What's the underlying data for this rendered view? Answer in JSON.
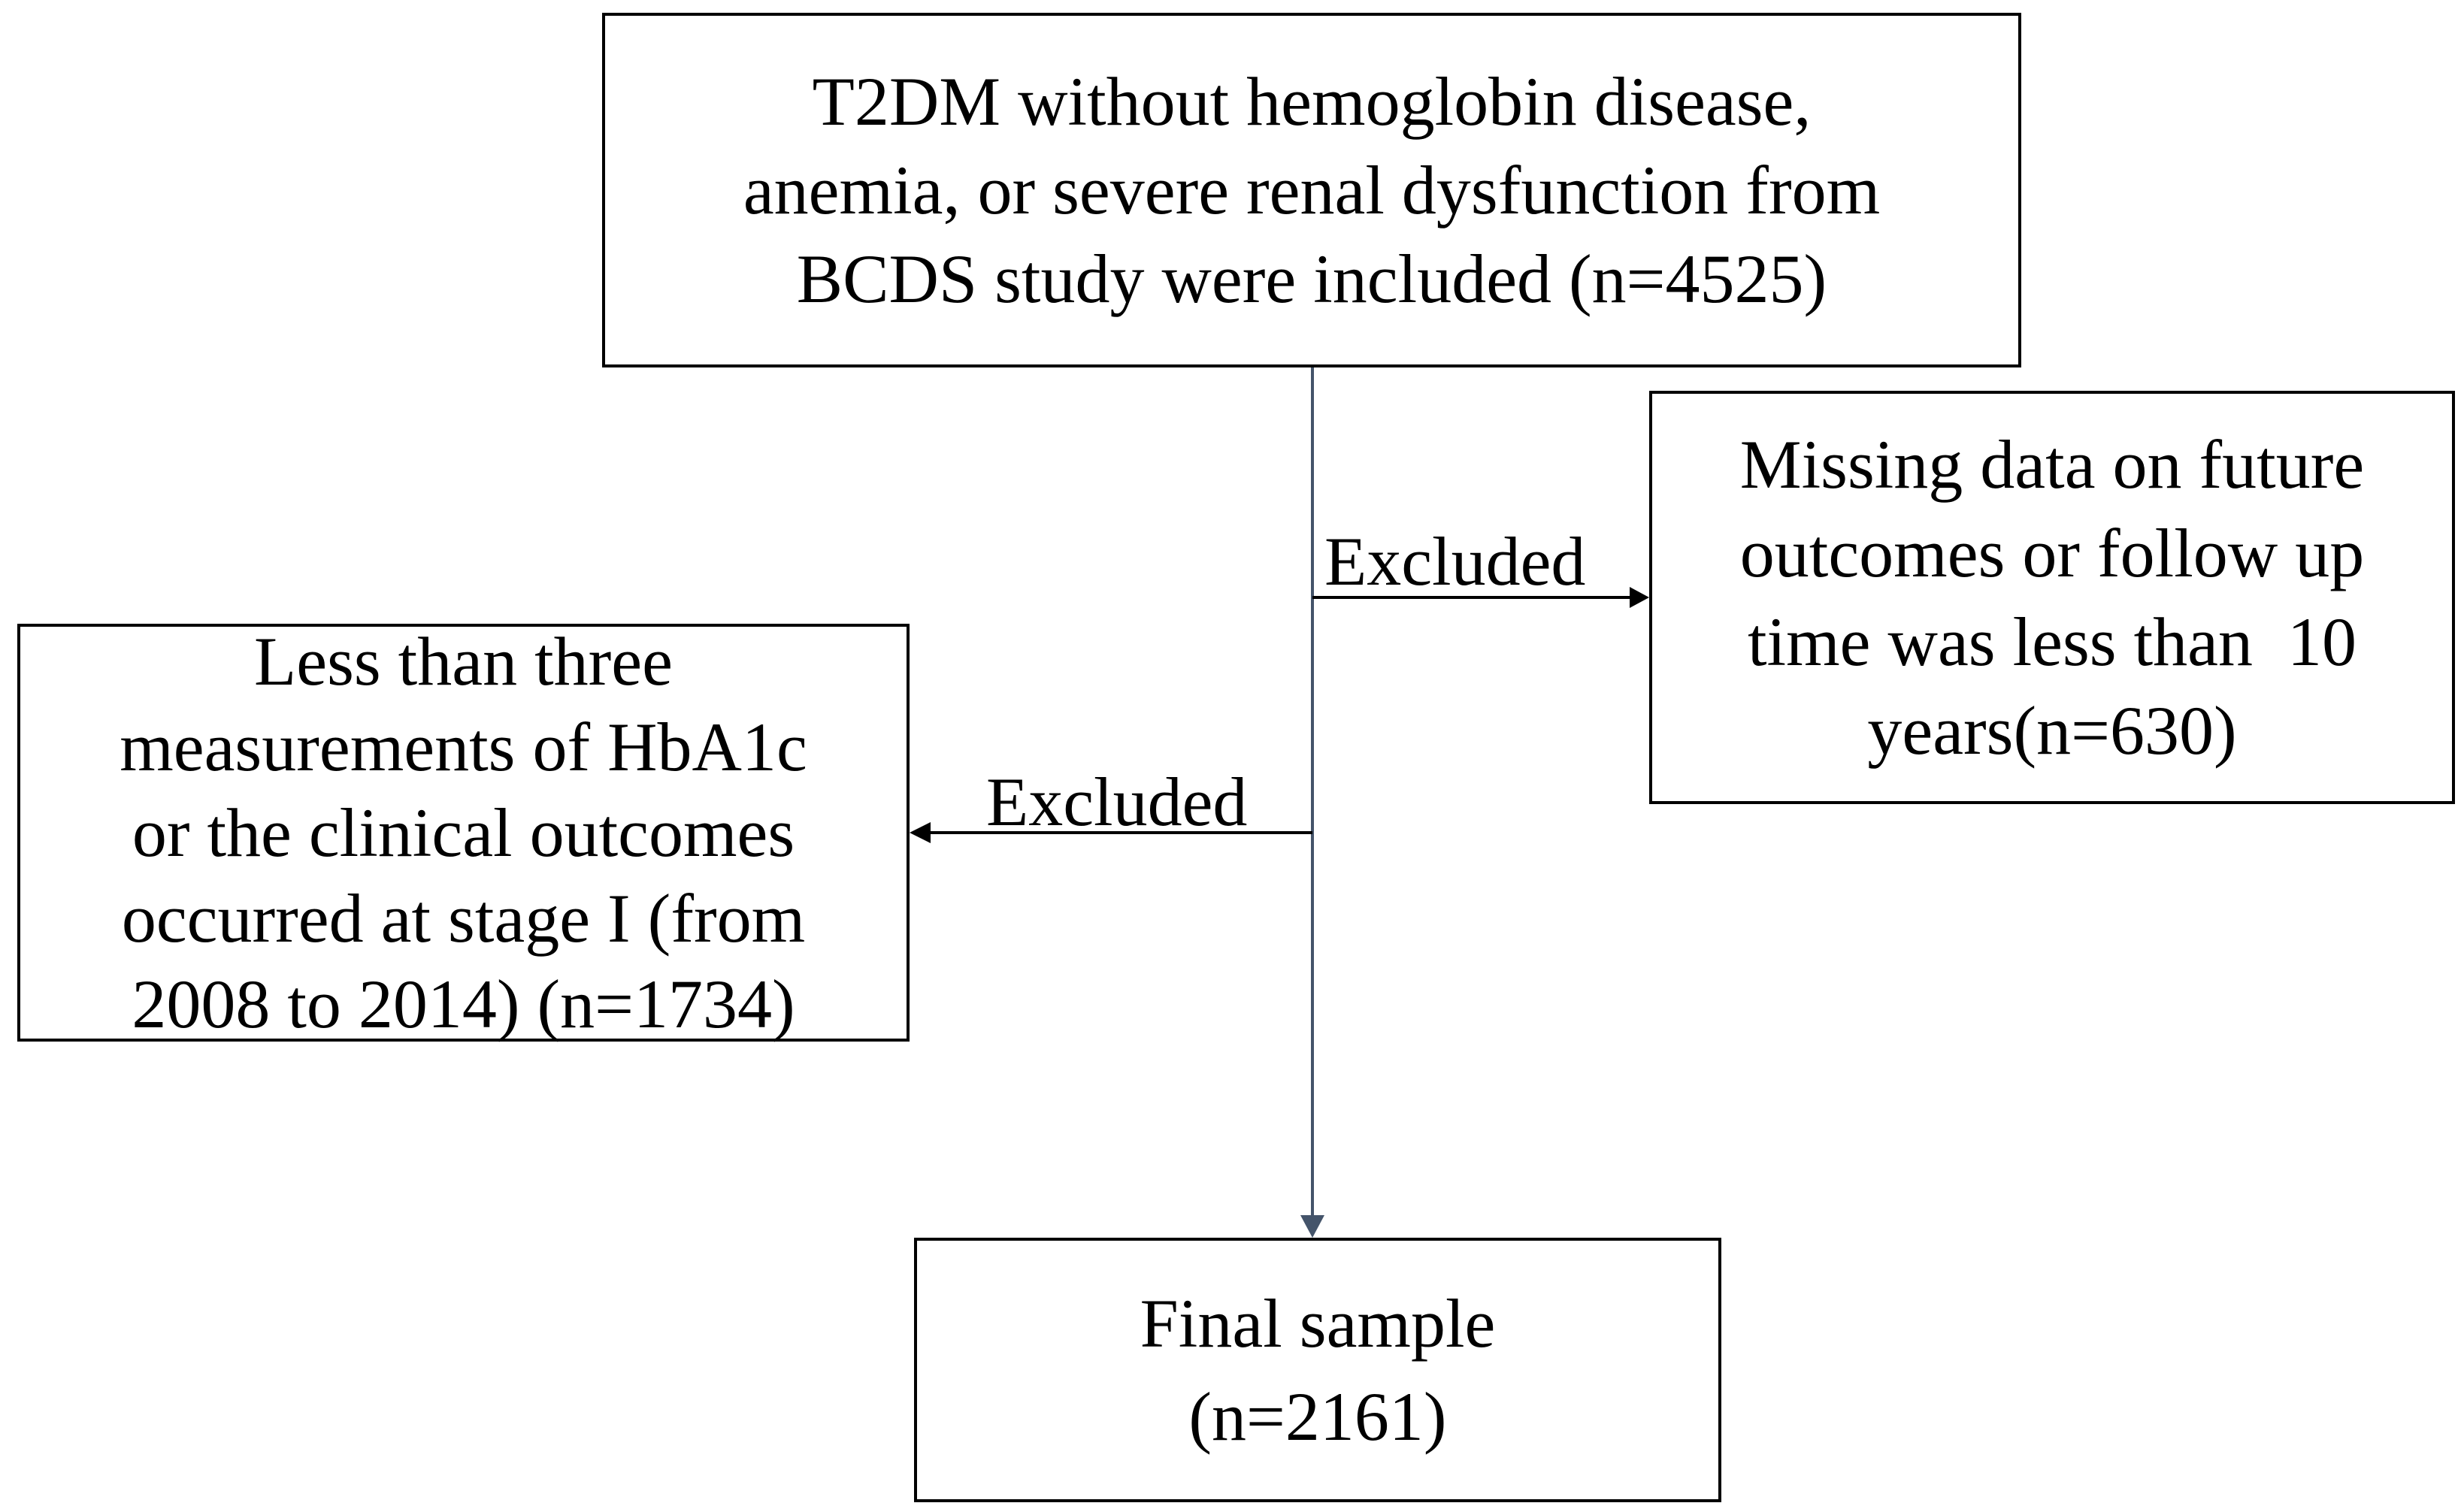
{
  "boxes": {
    "enrolled": {
      "lines": [
        "T2DM without hemoglobin disease,",
        "anemia, or severe renal dysfunction from",
        "BCDS study were included (n=4525)"
      ]
    },
    "excluded_followup": {
      "lines": [
        "Missing data on future",
        "outcomes or follow up",
        "time was less than  10",
        "years(n=630)"
      ]
    },
    "excluded_hba1c": {
      "lines": [
        "Less than three",
        "measurements of HbA1c",
        "or the clinical outcomes",
        "occurred at stage I (from",
        "2008 to 2014) (n=1734)"
      ]
    },
    "final": {
      "lines": [
        "Final sample",
        "(n=2161)"
      ]
    }
  },
  "edges": {
    "right_label": "Excluded",
    "left_label": "Excluded"
  },
  "colors": {
    "box_border": "#000000",
    "main_line": "#44546a",
    "side_arrow": "#000000"
  }
}
